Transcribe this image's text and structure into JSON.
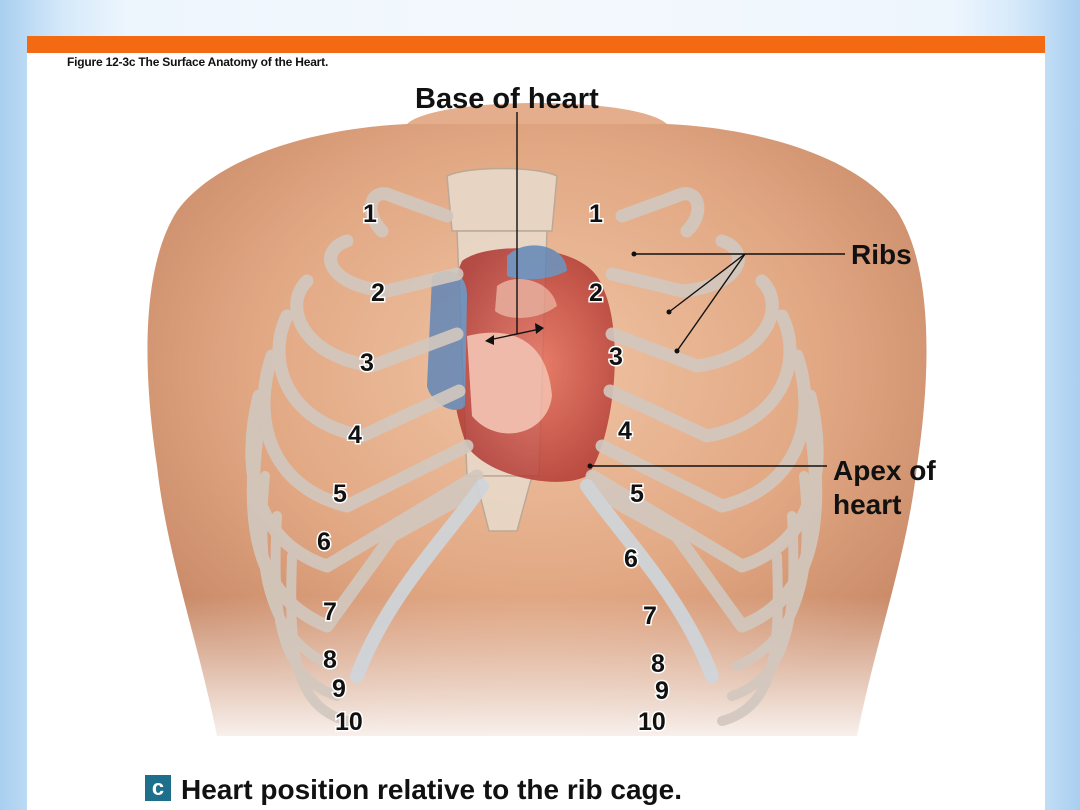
{
  "figure_caption": "Figure 12-3c  The Surface Anatomy of the Heart.",
  "labels": {
    "base_of_heart": "Base of heart",
    "ribs": "Ribs",
    "apex_line1": "Apex of",
    "apex_line2": "heart"
  },
  "rib_numbers_left": [
    "1",
    "2",
    "3",
    "4",
    "5",
    "6",
    "7",
    "8",
    "9",
    "10"
  ],
  "rib_numbers_right": [
    "1",
    "2",
    "3",
    "4",
    "5",
    "6",
    "7",
    "8",
    "9",
    "10"
  ],
  "panel": {
    "letter": "c",
    "caption": "Heart position relative to the rib cage."
  },
  "colors": {
    "accent_bar": "#f46a12",
    "skin": "#e7b08e",
    "bone": "#dfd9d0",
    "heart": "#c9423a",
    "vessel_blue": "#5d85b8",
    "panel_badge": "#1e6f8c"
  }
}
